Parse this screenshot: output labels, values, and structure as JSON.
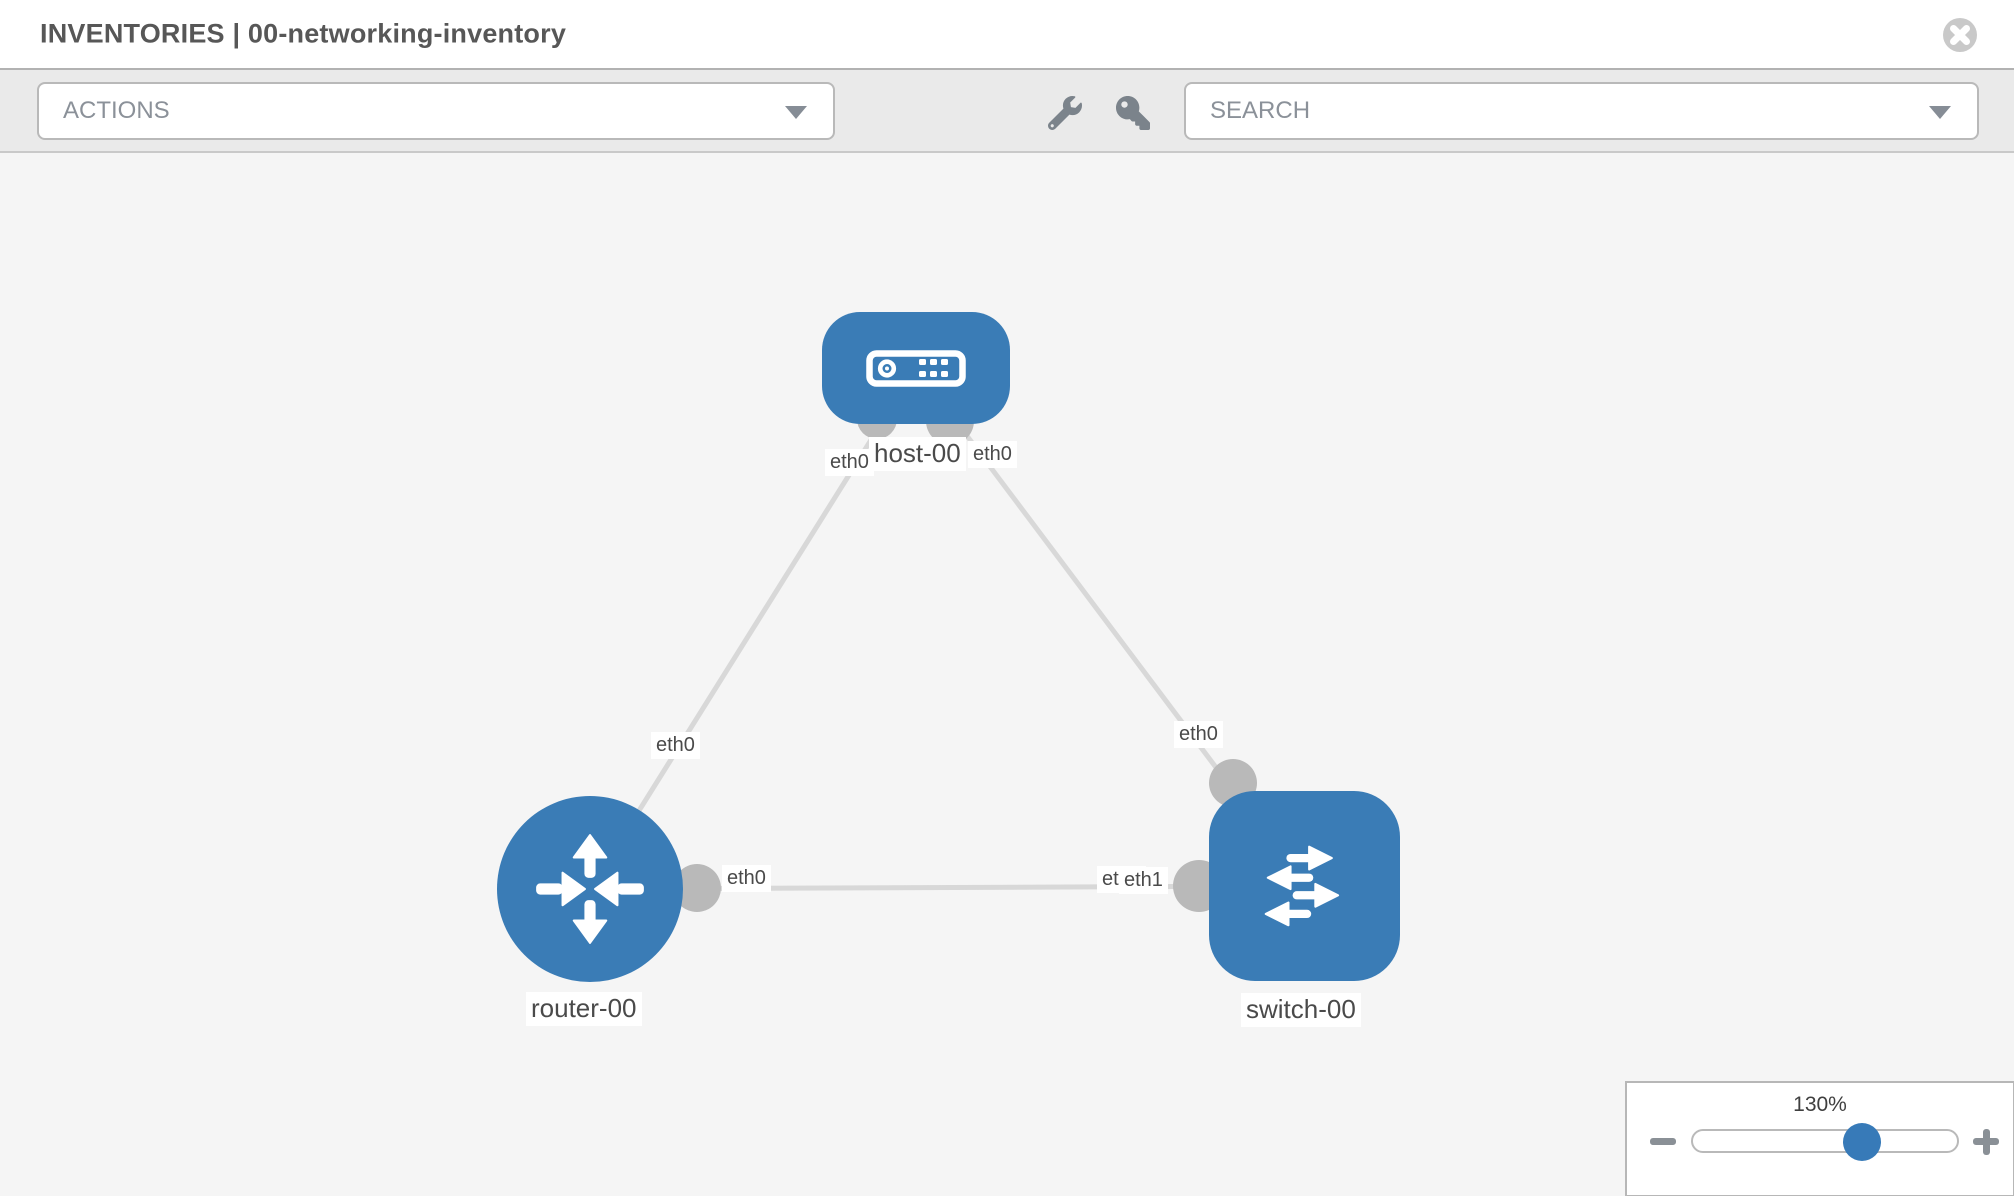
{
  "header": {
    "title": "INVENTORIES | 00-networking-inventory"
  },
  "toolbar": {
    "actions_label": "ACTIONS",
    "search_placeholder": "SEARCH"
  },
  "topology": {
    "nodes": [
      {
        "label": "host-00",
        "type": "host"
      },
      {
        "label": "router-00",
        "type": "router"
      },
      {
        "label": "switch-00",
        "type": "switch"
      }
    ],
    "links": [
      {
        "from": "host-00",
        "to": "router-00",
        "from_interface": "eth0",
        "to_interface": "eth0"
      },
      {
        "from": "host-00",
        "to": "switch-00",
        "from_interface": "eth0",
        "to_interface": "eth0"
      },
      {
        "from": "router-00",
        "to": "switch-00",
        "from_interface": "eth0",
        "to_interface": "eth1",
        "to_interface_overlapped": "eth0"
      }
    ]
  },
  "zoom_control": {
    "level": "130%",
    "percent_position": 64
  },
  "icons": {
    "close": "circle-x",
    "caret": "triangle-down",
    "wrench": "wrench",
    "key": "key",
    "host": "server-box",
    "router": "four-way-arrows",
    "switch": "alternating-arrows",
    "zoom_out": "minus",
    "zoom_in": "plus"
  },
  "colors": {
    "node_blue": "#3a7cb6",
    "link_gray": "#d8d8d8",
    "connector_gray": "#b9b9b9",
    "toolbar_bg": "#eaeaea",
    "canvas_bg": "#f5f5f5",
    "icon_gray": "#7b838b",
    "slider_handle_blue": "#377ab8",
    "header_text": "#575757",
    "label_text": "#4a4a4a"
  }
}
